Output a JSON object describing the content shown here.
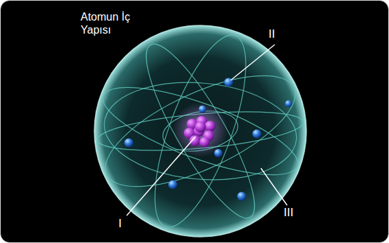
{
  "diagram": {
    "title": "Atomun İç Yapısı",
    "labels": [
      "II",
      "I",
      "III"
    ]
  }
}
